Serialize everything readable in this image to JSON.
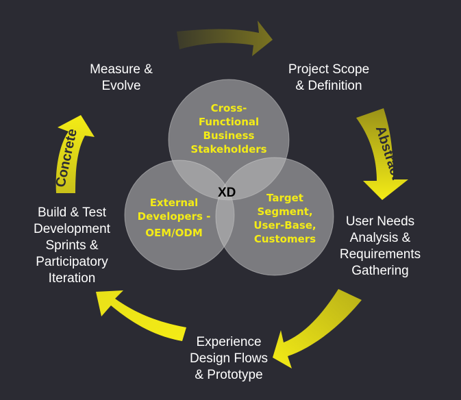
{
  "colors": {
    "background": "#2b2b33",
    "arrow_yellow": "#f4ec16",
    "arrow_dim": "#6b6520",
    "circle_fill": "#bdbdbd",
    "circle_text": "#f4ec16",
    "label_text": "#ffffff",
    "center_text": "#000000"
  },
  "cycle_steps": [
    {
      "lines": [
        "Project Scope",
        "& Definition"
      ]
    },
    {
      "lines": [
        "User Needs",
        "Analysis &",
        "Requirements",
        "Gathering"
      ]
    },
    {
      "lines": [
        "Experience",
        "Design Flows",
        "& Prototype"
      ]
    },
    {
      "lines": [
        "Build & Test",
        "Development",
        "Sprints &",
        "Participatory",
        "Iteration"
      ]
    },
    {
      "lines": [
        "Measure &",
        "Evolve"
      ]
    }
  ],
  "arrow_labels": {
    "abstract": "Abstract",
    "concrete": "Concrete"
  },
  "circles": {
    "top": {
      "lines": [
        "Cross-",
        "Functional",
        "Business",
        "Stakeholders"
      ]
    },
    "left": {
      "lines": [
        "External",
        "Developers -",
        "OEM/ODM"
      ]
    },
    "right": {
      "lines": [
        "Target",
        "Segment,",
        "User-Base,",
        "Customers"
      ]
    }
  },
  "center_label": "XD"
}
